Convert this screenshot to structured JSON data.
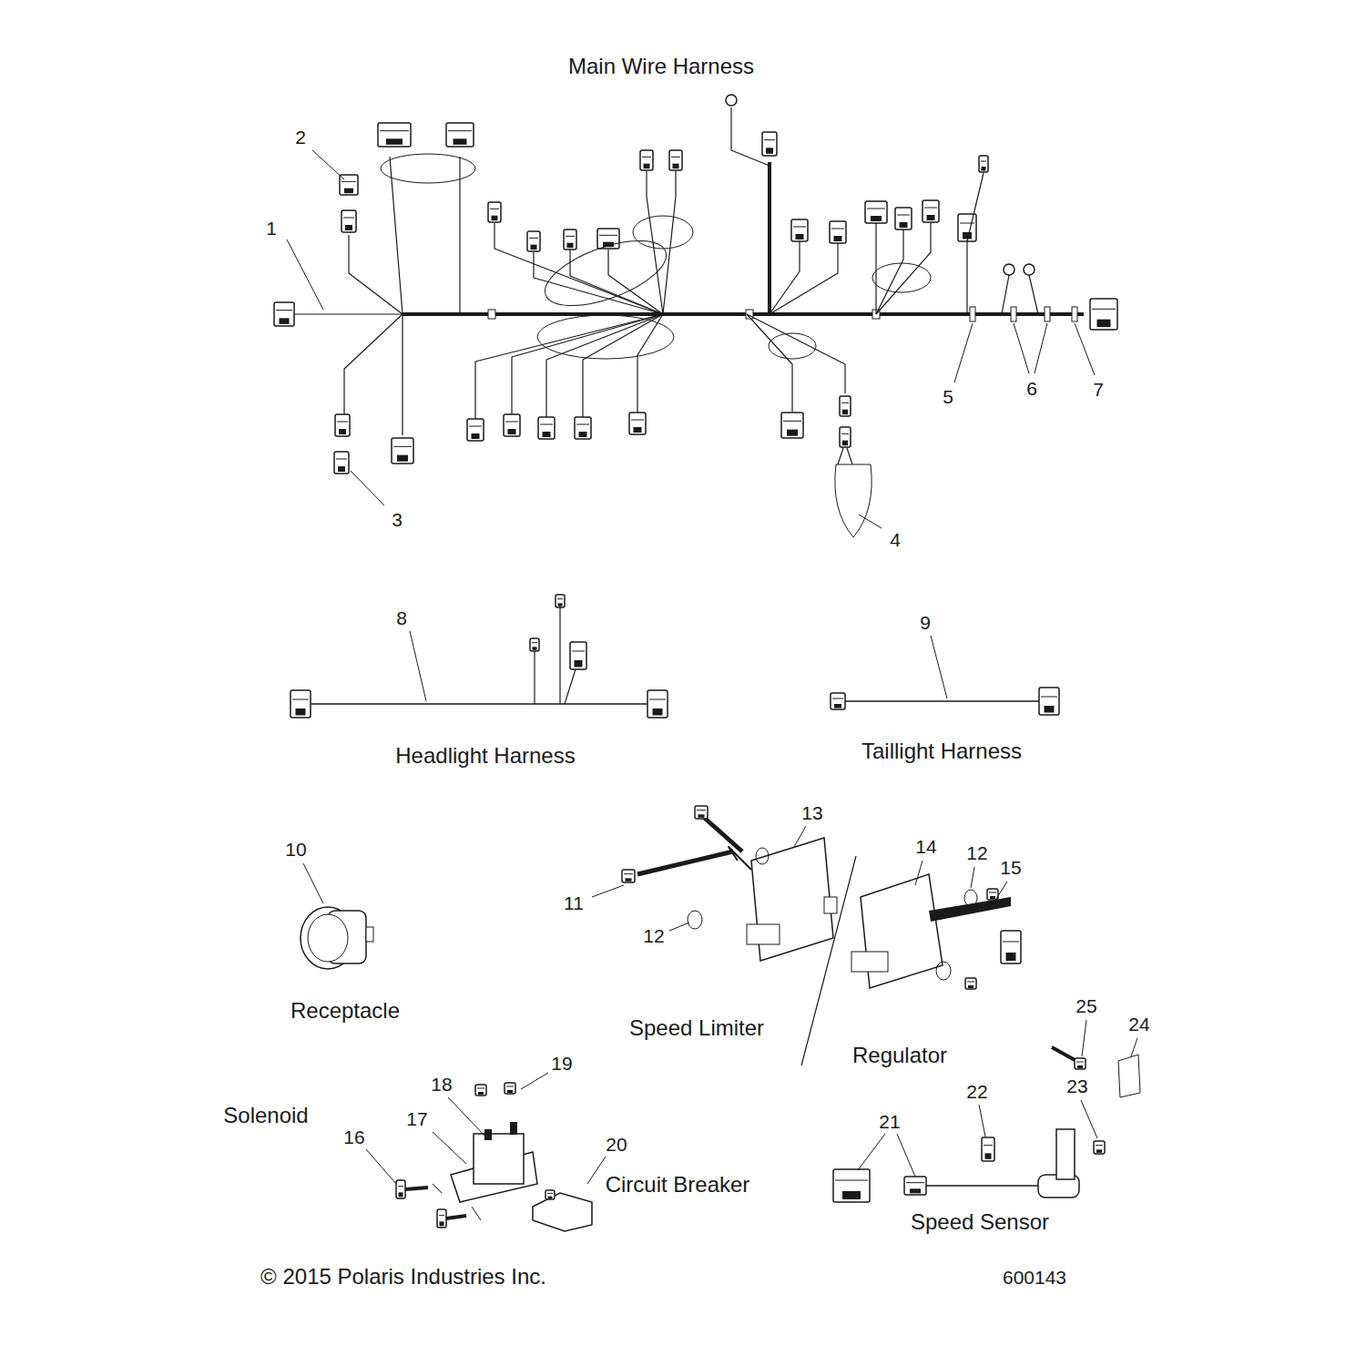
{
  "diagram": {
    "labels": [
      "Main Wire Harness",
      "2",
      "1",
      "3",
      "4",
      "5",
      "6",
      "7",
      "8",
      "9",
      "Headlight Harness",
      "Taillight Harness",
      "10",
      "13",
      "14",
      "12",
      "15",
      "11",
      "12",
      "Receptacle",
      "Speed Limiter",
      "Regulator",
      "25",
      "24",
      "19",
      "18",
      "23",
      "22",
      "Solenoid",
      "17",
      "21",
      "20",
      "16",
      "Circuit Breaker",
      "Speed Sensor",
      "© 2015 Polaris Industries Inc.",
      "600143"
    ]
  }
}
